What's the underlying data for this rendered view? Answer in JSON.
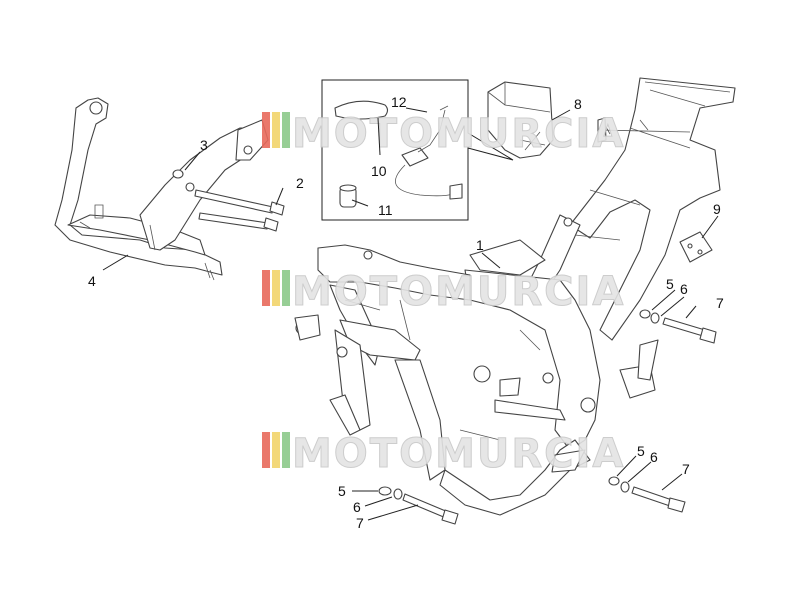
{
  "watermark": {
    "text": "MOTOMURCIA",
    "stripe_colors": [
      "#e86a5c",
      "#f2d46b",
      "#8cc98a"
    ]
  },
  "callouts": {
    "c1": "1",
    "c2": "2",
    "c3": "3",
    "c4": "4",
    "c5a": "5",
    "c5b": "5",
    "c5c": "5",
    "c6a": "6",
    "c6b": "6",
    "c6c": "6",
    "c7a": "7",
    "c7b": "7",
    "c7c": "7",
    "c8": "8",
    "c9": "9",
    "c10": "10",
    "c11": "11",
    "c12": "12"
  }
}
